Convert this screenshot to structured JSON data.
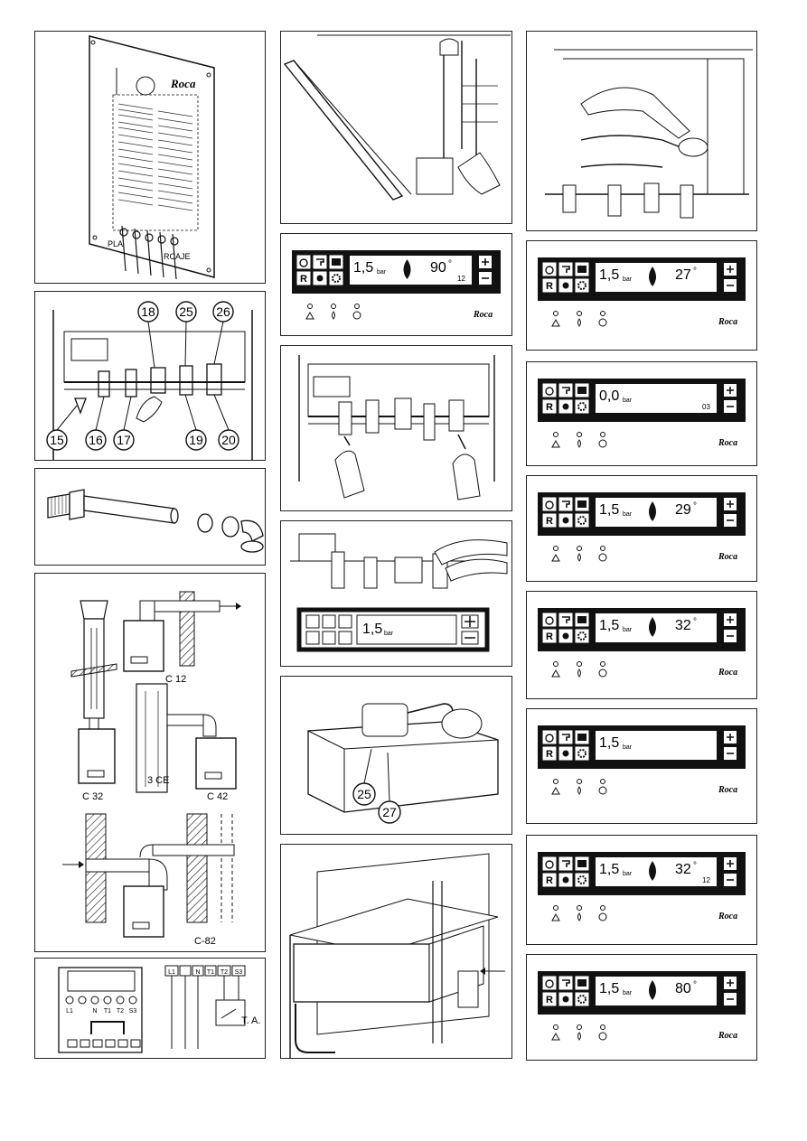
{
  "colors": {
    "ink": "#111111",
    "paper": "#ffffff",
    "display_bg": "#111111"
  },
  "fig1": {
    "brand": "Roca",
    "plate_left": "PLA",
    "plate_right": "RCAJE"
  },
  "fig2": {
    "callouts": [
      "18",
      "25",
      "26",
      "15",
      "16",
      "17",
      "19",
      "20"
    ]
  },
  "fig4": {
    "labels": [
      "C 12",
      "C 32",
      "C 42",
      "3 CE",
      "C-82"
    ]
  },
  "fig5": {
    "terminal_labels": [
      "L1",
      "N",
      "T1",
      "T2",
      "S3"
    ],
    "wiring_labels": [
      "L1",
      "N",
      "T1",
      "T2",
      "S3"
    ],
    "thermostat_label": "T. A."
  },
  "fig_mid": {
    "callouts": [
      "25",
      "27"
    ],
    "display": {
      "pressure": "1,5",
      "unit": "bar"
    }
  },
  "brand": "Roca",
  "displays": [
    {
      "pressure": "1,5",
      "unit": "bar",
      "temp": "90",
      "deg": "°",
      "aux": "12"
    },
    {
      "pressure": "1,5",
      "unit": "bar",
      "temp": "27",
      "deg": "°",
      "aux": ""
    },
    {
      "pressure": "0,0",
      "unit": "bar",
      "temp": "",
      "deg": "",
      "aux": "03"
    },
    {
      "pressure": "1,5",
      "unit": "bar",
      "temp": "29",
      "deg": "°",
      "aux": ""
    },
    {
      "pressure": "1,5",
      "unit": "bar",
      "temp": "32",
      "deg": "°",
      "aux": ""
    },
    {
      "pressure": "1,5",
      "unit": "bar",
      "temp": "",
      "deg": "",
      "aux": ""
    },
    {
      "pressure": "1,5",
      "unit": "bar",
      "temp": "32",
      "deg": "°",
      "aux": "12"
    },
    {
      "pressure": "1,5",
      "unit": "bar",
      "temp": "80",
      "deg": "°",
      "aux": ""
    }
  ]
}
